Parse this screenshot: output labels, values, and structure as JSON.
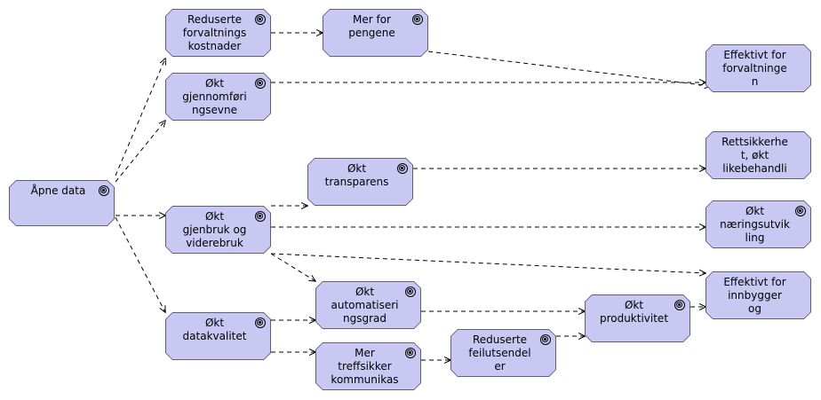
{
  "nodes": [
    {
      "id": "apne-data",
      "label": "Åpne data"
    },
    {
      "id": "reduserte-forvaltningskostnader",
      "label": "Reduserte\nforvaltnings\nkostnader"
    },
    {
      "id": "okt-gjennomforingsevne",
      "label": "Økt\ngjennomføri\nngsevne"
    },
    {
      "id": "okt-gjenbruk",
      "label": "Økt\ngjenbruk og\nviderebruk"
    },
    {
      "id": "okt-datakvalitet",
      "label": "Økt\ndatakvalitet"
    },
    {
      "id": "mer-for-pengene",
      "label": "Mer for\npengene"
    },
    {
      "id": "okt-transparens",
      "label": "Økt\ntransparens"
    },
    {
      "id": "okt-automatiseringsgrad",
      "label": "Økt\nautomatiseri\nngsgrad"
    },
    {
      "id": "mer-treffsikker",
      "label": "Mer\ntreffsikker\nkommunikas"
    },
    {
      "id": "reduserte-feilutsendelser",
      "label": "Reduserte\nfeilutsendel\ner"
    },
    {
      "id": "okt-produktivitet",
      "label": "Økt\nproduktivitet"
    },
    {
      "id": "effektivt-forvaltningen",
      "label": "Effektivt for\nforvaltninge\nn"
    },
    {
      "id": "rettssikkerhet",
      "label": "Rettsikkerhe\nt, økt\nlikebehandli"
    },
    {
      "id": "okt-naeringsutvikling",
      "label": "Økt\nnæringsutvik\nling"
    },
    {
      "id": "effektivt-innbygger",
      "label": "Effektivt for\ninnbygger\nog"
    }
  ],
  "edges": [
    {
      "from": "apne-data",
      "to": "reduserte-forvaltningskostnader"
    },
    {
      "from": "apne-data",
      "to": "okt-gjennomforingsevne"
    },
    {
      "from": "apne-data",
      "to": "okt-gjenbruk"
    },
    {
      "from": "apne-data",
      "to": "okt-datakvalitet"
    },
    {
      "from": "reduserte-forvaltningskostnader",
      "to": "mer-for-pengene"
    },
    {
      "from": "mer-for-pengene",
      "to": "effektivt-forvaltningen"
    },
    {
      "from": "okt-gjennomforingsevne",
      "to": "effektivt-forvaltningen"
    },
    {
      "from": "okt-gjenbruk",
      "to": "okt-transparens"
    },
    {
      "from": "okt-transparens",
      "to": "rettssikkerhet"
    },
    {
      "from": "okt-gjenbruk",
      "to": "okt-naeringsutvikling"
    },
    {
      "from": "okt-gjenbruk",
      "to": "effektivt-innbygger"
    },
    {
      "from": "okt-gjenbruk",
      "to": "okt-automatiseringsgrad"
    },
    {
      "from": "okt-datakvalitet",
      "to": "okt-automatiseringsgrad"
    },
    {
      "from": "okt-datakvalitet",
      "to": "mer-treffsikker"
    },
    {
      "from": "mer-treffsikker",
      "to": "reduserte-feilutsendelser"
    },
    {
      "from": "okt-automatiseringsgrad",
      "to": "okt-produktivitet"
    },
    {
      "from": "reduserte-feilutsendelser",
      "to": "okt-produktivitet"
    },
    {
      "from": "okt-produktivitet",
      "to": "effektivt-innbygger"
    }
  ],
  "colors": {
    "node_fill": "#c9c8f3",
    "node_border": "#5f5f7a",
    "edge": "#000000"
  }
}
